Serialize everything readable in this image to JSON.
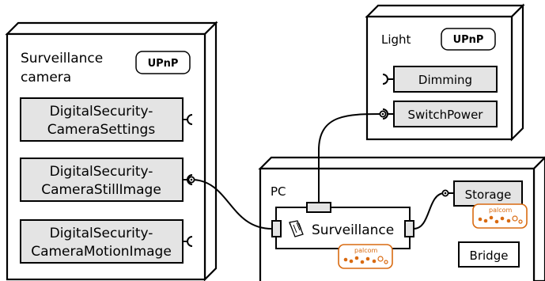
{
  "nodes": {
    "camera": {
      "title_line1": "Surveillance",
      "title_line2": "camera",
      "badge": "UPnP",
      "services": [
        {
          "line1": "DigitalSecurity-",
          "line2": "CameraSettings"
        },
        {
          "line1": "DigitalSecurity-",
          "line2": "CameraStillImage"
        },
        {
          "line1": "DigitalSecurity-",
          "line2": "CameraMotionImage"
        }
      ]
    },
    "light": {
      "title": "Light",
      "badge": "UPnP",
      "services": [
        "Dimming",
        "SwitchPower"
      ]
    },
    "pc": {
      "title": "PC",
      "component": "Surveillance",
      "storage": "Storage",
      "bridge": "Bridge",
      "palcom_badge": "palcom"
    }
  },
  "colors": {
    "service_fill": "#e4e4e4",
    "palcom_orange": "#d96a10"
  }
}
